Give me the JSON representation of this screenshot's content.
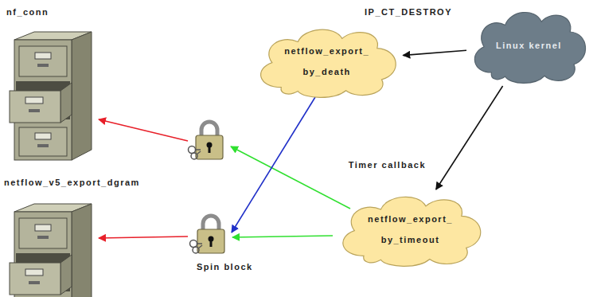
{
  "diagram": {
    "nodes": [
      {
        "text": [
          "netflow_export_ by_death"
        ]
      },
      {
        "text": [
          "Linux kernel"
        ]
      },
      {
        "text": [
          "netflow_export_ by_timeout"
        ]
      }
    ],
    "edges": [
      {
        "from": 1,
        "to": 0,
        "arrow": "to"
      },
      {
        "from": 1,
        "to": 2,
        "arrow": "to"
      }
    ],
    "labels": [
      "IP_CT_DESTROY",
      "nf_conn",
      "netflow_v5_export_dgram",
      "Timer callback",
      "Spin block"
    ]
  }
}
